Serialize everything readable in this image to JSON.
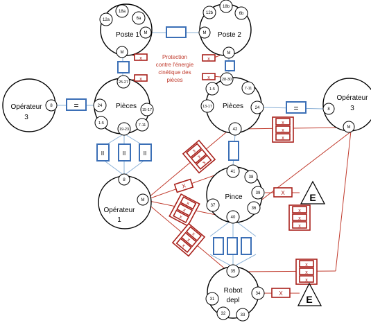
{
  "nodes": {
    "poste1": {
      "label": "Poste 1",
      "ports": {
        "p12a": "12a",
        "p18a": "18a",
        "p6a": "6a",
        "m": "M",
        "m2": "M"
      }
    },
    "poste2": {
      "label": "Poste 2",
      "ports": {
        "p12b": "12b",
        "p18b": "18b",
        "p6b": "6b",
        "m": "M",
        "m2": "M"
      }
    },
    "pieces1": {
      "label": "Pièces",
      "ports": {
        "p2527": "25-27",
        "p24": "24",
        "p1517": "15-17",
        "p15": "1-5",
        "p1923": "19-23",
        "p711": "7-11"
      }
    },
    "pieces2": {
      "label": "Pièces",
      "ports": {
        "p2830": "28-30",
        "p15": "1-5",
        "p711": "7-11",
        "p1317": "13-17",
        "p24": "24",
        "p42": "42"
      }
    },
    "op3left": {
      "label_line1": "Opérateur",
      "label_line2": "3",
      "ports": {
        "p8": "8"
      }
    },
    "op3right": {
      "label_line1": "Opérateur",
      "label_line2": "3",
      "ports": {
        "p8": "8",
        "m": "M"
      }
    },
    "op1": {
      "label_line1": "Opérateur",
      "label_line2": "1",
      "ports": {
        "p8": "8",
        "m": "M"
      }
    },
    "pince": {
      "label": "Pince",
      "ports": {
        "p41": "41",
        "p38": "38",
        "p39": "39",
        "p36": "36",
        "p40": "40",
        "p37": "37"
      }
    },
    "robot": {
      "label_line1": "Robot",
      "label_line2": "depl",
      "ports": {
        "p35": "35",
        "p34": "34",
        "p31": "31",
        "p32": "32",
        "p33": "33"
      }
    }
  },
  "annotation": {
    "line1": "Protection",
    "line2": "contre l'énergie",
    "line3": "cinétique des",
    "line4": "pièces"
  },
  "symbols": {
    "equal": "=",
    "parallel": "II",
    "cross": "x",
    "cross_upper": "X",
    "effector": "E"
  },
  "colors": {
    "blue_box": "#3b6fb6",
    "blue_line": "#8ab0d6",
    "red_box": "#a8201a",
    "red_line": "#c0392b",
    "annotation_text": "#c0392b"
  }
}
